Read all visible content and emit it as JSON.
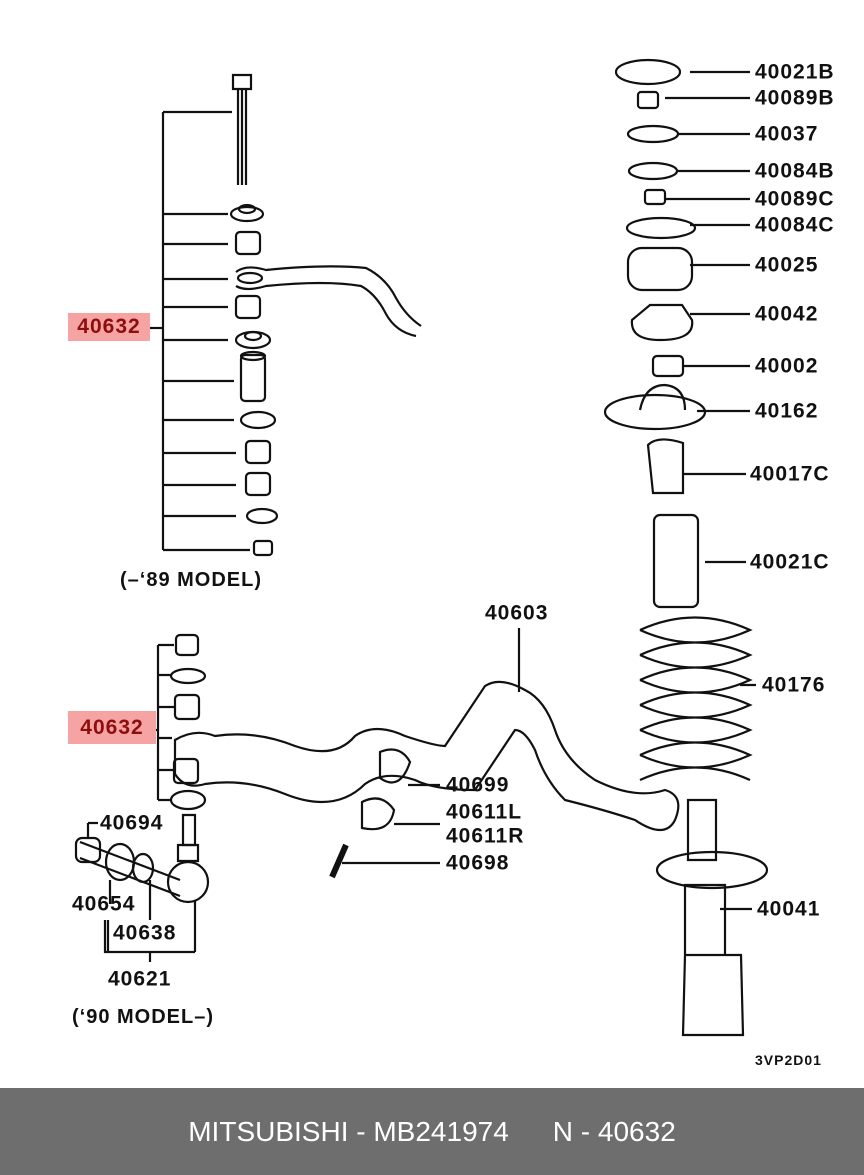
{
  "highlight_color": "#f5a3a3",
  "parts_right": [
    {
      "id": "40021B"
    },
    {
      "id": "40089B"
    },
    {
      "id": "40037"
    },
    {
      "id": "40084B"
    },
    {
      "id": "40089C"
    },
    {
      "id": "40084C"
    },
    {
      "id": "40025"
    },
    {
      "id": "40042"
    },
    {
      "id": "40002"
    },
    {
      "id": "40162"
    },
    {
      "id": "40017C"
    },
    {
      "id": "40021C"
    },
    {
      "id": "40176"
    },
    {
      "id": "40041"
    }
  ],
  "stabilizer": "40603",
  "bushing_parts": {
    "p1": "40699",
    "p2": "40611L",
    "p3": "40611R",
    "p4": "40698"
  },
  "link_parts": {
    "p1": "40694",
    "p2": "40654",
    "p3": "40638",
    "p4": "40621"
  },
  "highlighted_part": "40632",
  "model_old": "(–‘89 MODEL)",
  "model_new": "(‘90 MODEL–)",
  "diagram_code": "3VP2D01",
  "footer": {
    "brand": "MITSUBISHI",
    "part_number": "MB241974",
    "ref": "N - 40632",
    "sep": " - "
  }
}
